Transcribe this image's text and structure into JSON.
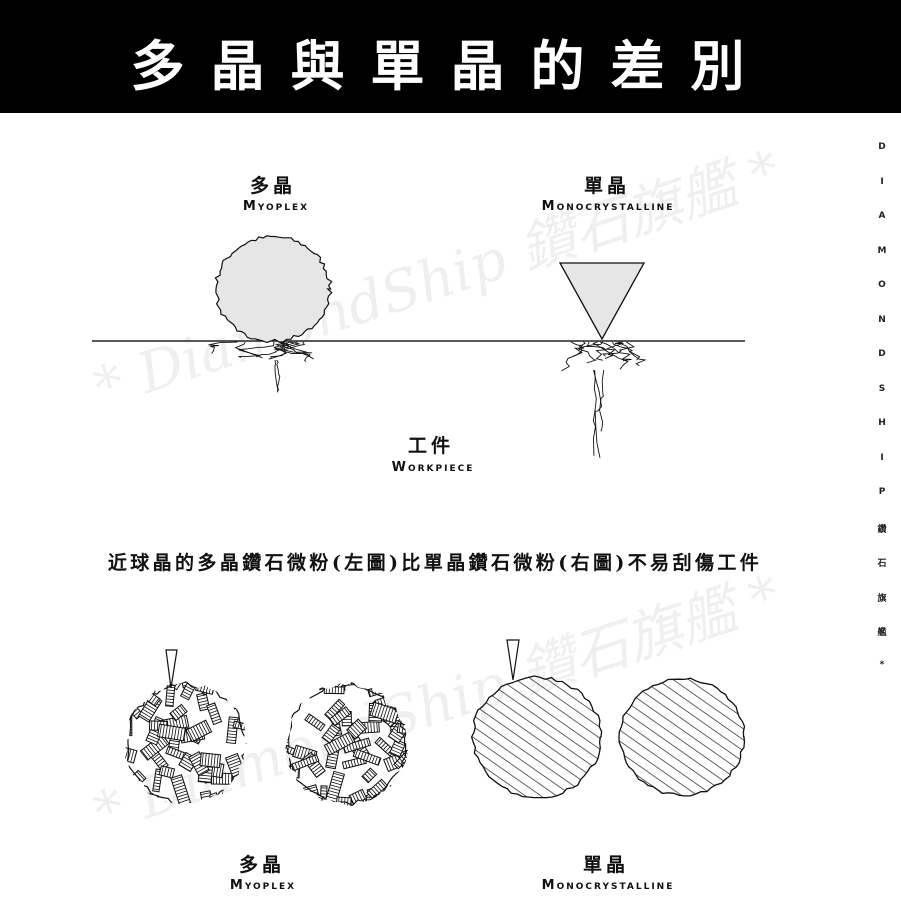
{
  "title": "多晶與單晶的差別",
  "top_diagram": {
    "left_label_zh": "多晶",
    "left_label_en": "Myoplex",
    "right_label_zh": "單晶",
    "right_label_en": "Monocrystalline",
    "workpiece_zh": "工件",
    "workpiece_en": "Workpiece"
  },
  "caption": "近球晶的多晶鑽石微粉(左圖)比單晶鑽石微粉(右圖)不易刮傷工件",
  "bottom_diagram": {
    "left_label_zh": "多晶",
    "left_label_en": "Myoplex",
    "right_label_zh": "單晶",
    "right_label_en": "Monocrystalline"
  },
  "watermark": "* DiamondShip 鑽石旗艦 *",
  "side_text": [
    "D",
    "I",
    "A",
    "M",
    "O",
    "N",
    "D",
    "S",
    "H",
    "I",
    "P",
    "鑽",
    "石",
    "旗",
    "艦",
    "*"
  ],
  "colors": {
    "header_bg": "#000000",
    "particle_fill": "#e6e6e6"
  }
}
